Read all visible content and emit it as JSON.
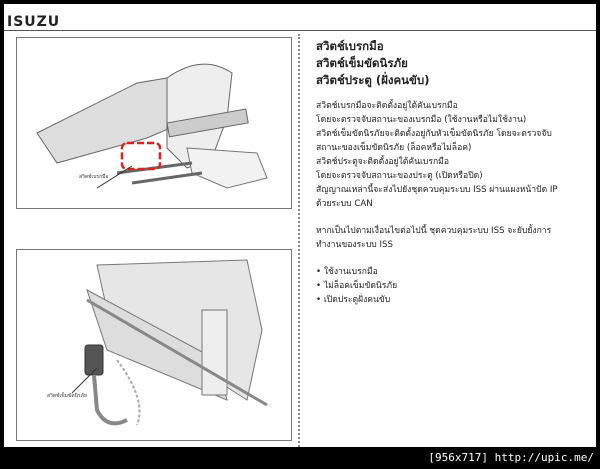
{
  "brand": "ISUZU",
  "figures": [
    {
      "caption": "สวิตช์เบรกมือ",
      "icon": "parking-brake-lever-illustration",
      "highlight_color": "#e02020"
    },
    {
      "caption": "สวิตช์เข็มขัดนิรภัย",
      "icon": "seat-belt-buckle-illustration"
    }
  ],
  "titles": [
    "สวิตช์เบรกมือ",
    "สวิตช์เข็มขัดนิรภัย",
    "สวิตช์ประตู (ฝั่งคนขับ)"
  ],
  "description": [
    "สวิตช์เบรกมือจะติดตั้งอยู่ใต้คันเบรกมือ",
    "โดยจะตรวจจับสถานะของเบรกมือ (ใช้งานหรือไม่ใช้งาน)",
    "สวิตช์เข็มขัดนิรภัยจะติดตั้งอยู่กับหัวเข็มขัดนิรภัย โดยจะตรวจจับ",
    "สถานะของเข็มขัดนิรภัย (ล็อคหรือไม่ล็อค)",
    "สวิตช์ประตูจะติดตั้งอยู่ใต้คันเบรกมือ",
    "โดยจะตรวจจับสถานะของประตู (เปิดหรือปิด)",
    "สัญญาณเหล่านี้จะส่งไปยังชุดควบคุมระบบ ISS ผ่านแผงหน้าปัด IP",
    "ด้วยระบบ CAN"
  ],
  "conditions_intro": [
    "หากเป็นไปตามเงื่อนไขต่อไปนี้ ชุดควบคุมระบบ ISS จะยับยั้งการ",
    "ทำงานของระบบ ISS"
  ],
  "conditions": [
    "ใช้งานเบรกมือ",
    "ไม่ล็อคเข็มขัดนิรภัย",
    "เปิดประตูฝั่งคนขับ"
  ],
  "watermark": "[956x717] http://upic.me/"
}
